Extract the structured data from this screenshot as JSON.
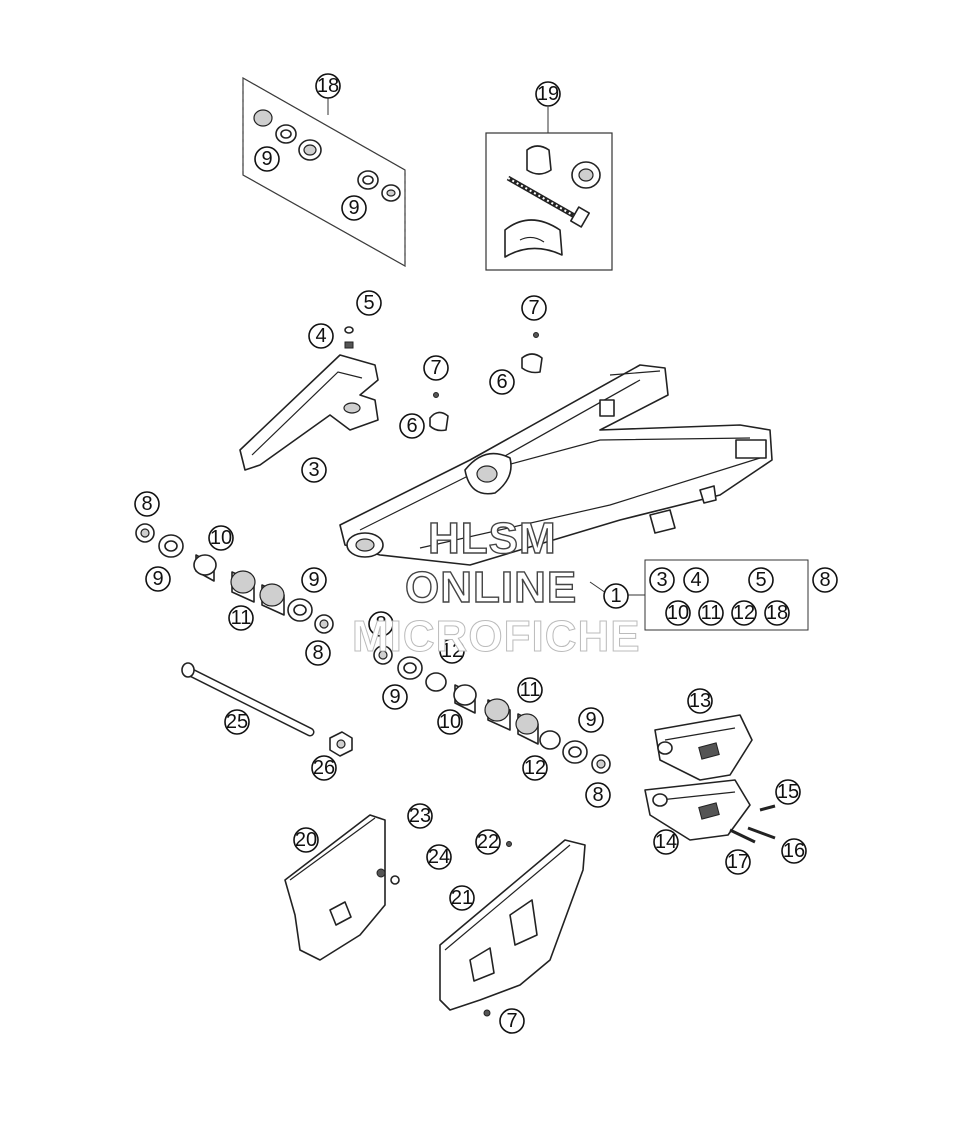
{
  "watermark": {
    "line1": "HLSM",
    "line2": "ONLINE",
    "line3": "MICROFICHE"
  },
  "callouts": [
    "18",
    "9",
    "9",
    "19",
    "5",
    "4",
    "7",
    "7",
    "6",
    "6",
    "3",
    "8",
    "10",
    "9",
    "9",
    "11",
    "8",
    "8",
    "12",
    "9",
    "11",
    "10",
    "9",
    "12",
    "8",
    "1",
    "3",
    "4",
    "5",
    "8",
    "10",
    "11",
    "12",
    "18",
    "25",
    "26",
    "13",
    "15",
    "14",
    "17",
    "16",
    "20",
    "23",
    "22",
    "24",
    "21",
    "7"
  ]
}
